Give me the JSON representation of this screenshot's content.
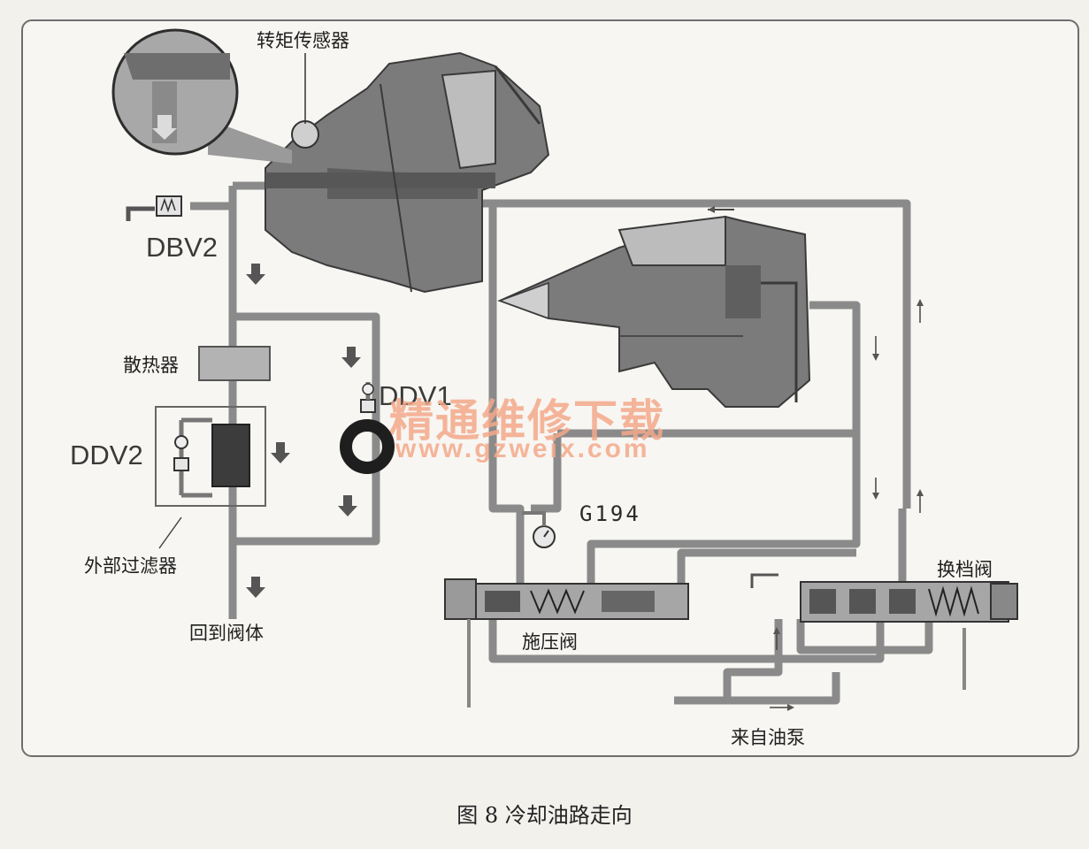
{
  "labels": {
    "torque_sensor": "转矩传感器",
    "dbv2": "DBV2",
    "radiator": "散热器",
    "ddv1": "DDV1",
    "ddv2": "DDV2",
    "external_filter": "外部过滤器",
    "return_to_valve_body": "回到阀体",
    "g194": "G194",
    "shift_valve": "换档阀",
    "pressure_valve": "施压阀",
    "from_oil_pump": "来自油泵"
  },
  "watermark": {
    "text_cn": "精通维修下载",
    "text_url": "www.gzweix.com"
  },
  "caption": "图 8  冷却油路走向",
  "colors": {
    "pipe": "#8a8a8a",
    "pipe_dark": "#6a6a6a",
    "housing": "#777777",
    "watermark": "#f4a98a"
  }
}
